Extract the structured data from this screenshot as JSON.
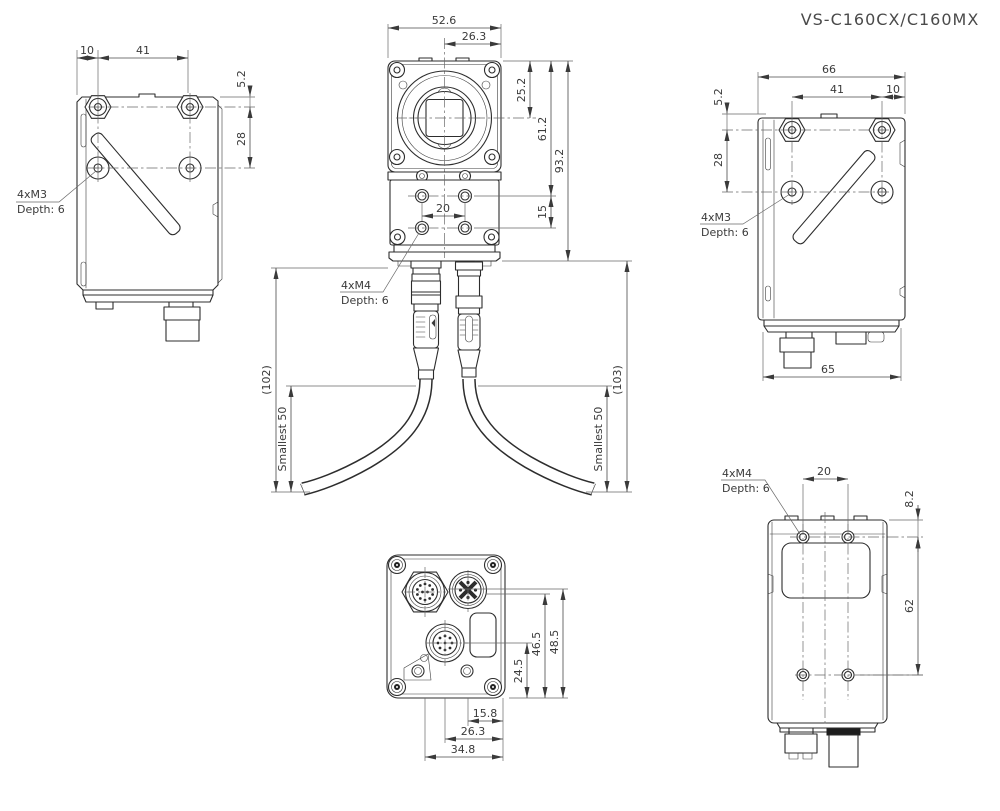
{
  "title": "VS-C160CX/C160MX",
  "views": {
    "side_left": {
      "dims": {
        "d10": "10",
        "d41": "41",
        "d5_2": "5.2",
        "d28": "28"
      },
      "note": {
        "thread": "4xM3",
        "depth": "Depth: 6"
      }
    },
    "front": {
      "dims": {
        "d52_6": "52.6",
        "d26_3": "26.3",
        "d25_2": "25.2",
        "d61_2": "61.2",
        "d93_2": "93.2",
        "d15": "15",
        "d20": "20",
        "d102": "(102)",
        "d103": "(103)",
        "smallest_l": "Smallest 50",
        "smallest_r": "Smallest 50"
      },
      "note": {
        "thread": "4xM4",
        "depth": "Depth: 6"
      }
    },
    "side_right": {
      "dims": {
        "d66": "66",
        "d41": "41",
        "d10": "10",
        "d5_2": "5.2",
        "d28": "28",
        "d65": "65"
      },
      "note": {
        "thread": "4xM3",
        "depth": "Depth: 6"
      }
    },
    "bottom": {
      "dims": {
        "d46_5": "46.5",
        "d48_5": "48.5",
        "d24_5": "24.5",
        "d15_8": "15.8",
        "d26_3": "26.3",
        "d34_8": "34.8"
      }
    },
    "top": {
      "dims": {
        "d20": "20",
        "d8_2": "8.2",
        "d62": "62"
      },
      "note": {
        "thread": "4xM4",
        "depth": "Depth: 6"
      }
    }
  }
}
